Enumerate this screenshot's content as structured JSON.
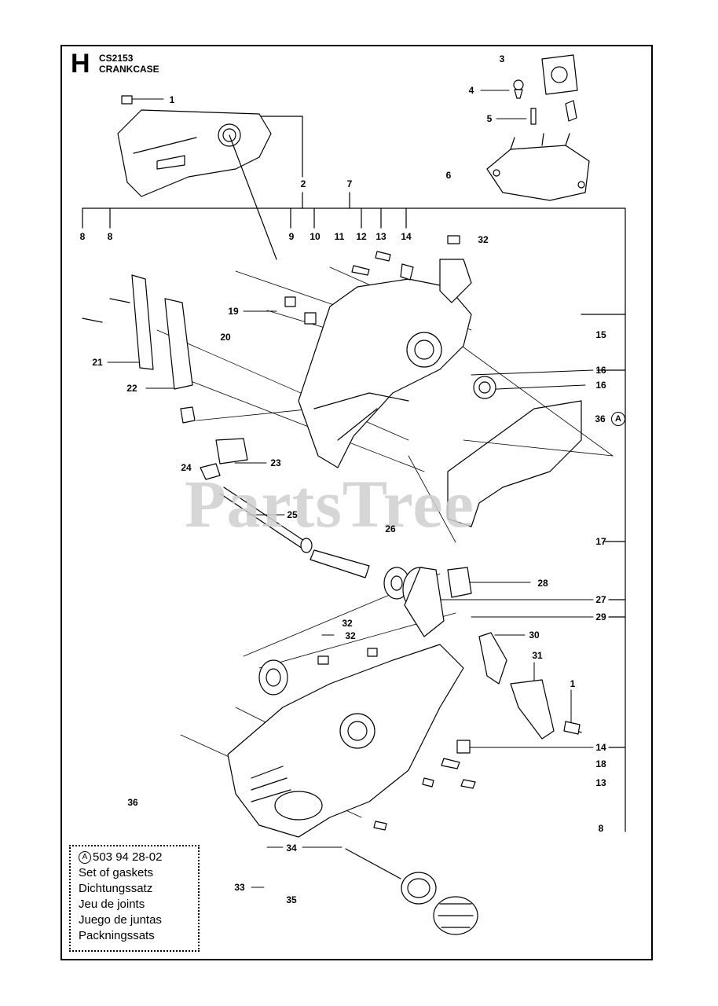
{
  "header": {
    "section_letter": "H",
    "model": "CS2153",
    "title": "CRANKCASE"
  },
  "watermark": "PartsTree",
  "callouts": [
    {
      "key": "c1a",
      "label": "1"
    },
    {
      "key": "c2",
      "label": "2"
    },
    {
      "key": "c3",
      "label": "3"
    },
    {
      "key": "c4",
      "label": "4"
    },
    {
      "key": "c5",
      "label": "5"
    },
    {
      "key": "c6",
      "label": "6"
    },
    {
      "key": "c7",
      "label": "7"
    },
    {
      "key": "c8a",
      "label": "8"
    },
    {
      "key": "c8b",
      "label": "8"
    },
    {
      "key": "c9",
      "label": "9"
    },
    {
      "key": "c10",
      "label": "10"
    },
    {
      "key": "c11",
      "label": "11"
    },
    {
      "key": "c12",
      "label": "12"
    },
    {
      "key": "c13a",
      "label": "13"
    },
    {
      "key": "c14a",
      "label": "14"
    },
    {
      "key": "c32a",
      "label": "32"
    },
    {
      "key": "c19",
      "label": "19"
    },
    {
      "key": "c20",
      "label": "20"
    },
    {
      "key": "c15",
      "label": "15"
    },
    {
      "key": "c21",
      "label": "21"
    },
    {
      "key": "c16a",
      "label": "16"
    },
    {
      "key": "c16b",
      "label": "16"
    },
    {
      "key": "c22",
      "label": "22"
    },
    {
      "key": "c36a",
      "label": "36"
    },
    {
      "key": "c24",
      "label": "24"
    },
    {
      "key": "c23",
      "label": "23"
    },
    {
      "key": "c25",
      "label": "25"
    },
    {
      "key": "c26",
      "label": "26"
    },
    {
      "key": "c17",
      "label": "17"
    },
    {
      "key": "c28",
      "label": "28"
    },
    {
      "key": "c27",
      "label": "27"
    },
    {
      "key": "c29",
      "label": "29"
    },
    {
      "key": "c32b",
      "label": "32"
    },
    {
      "key": "c32c",
      "label": "32"
    },
    {
      "key": "c30",
      "label": "30"
    },
    {
      "key": "c31",
      "label": "31"
    },
    {
      "key": "c1b",
      "label": "1"
    },
    {
      "key": "c14b",
      "label": "14"
    },
    {
      "key": "c18",
      "label": "18"
    },
    {
      "key": "c13b",
      "label": "13"
    },
    {
      "key": "c36b",
      "label": "36"
    },
    {
      "key": "c8c",
      "label": "8"
    },
    {
      "key": "c34",
      "label": "34"
    },
    {
      "key": "c33",
      "label": "33"
    },
    {
      "key": "c35",
      "label": "35"
    }
  ],
  "callout_marker": "A",
  "legend": {
    "marker": "A",
    "part_number": "503 94 28-02",
    "lines": [
      "Set of gaskets",
      "Dichtungssatz",
      "Jeu de joints",
      "Juego de juntas",
      "Packningssats"
    ]
  },
  "colors": {
    "ink": "#000000",
    "paper": "#ffffff",
    "watermark": "#cfcfcf"
  }
}
